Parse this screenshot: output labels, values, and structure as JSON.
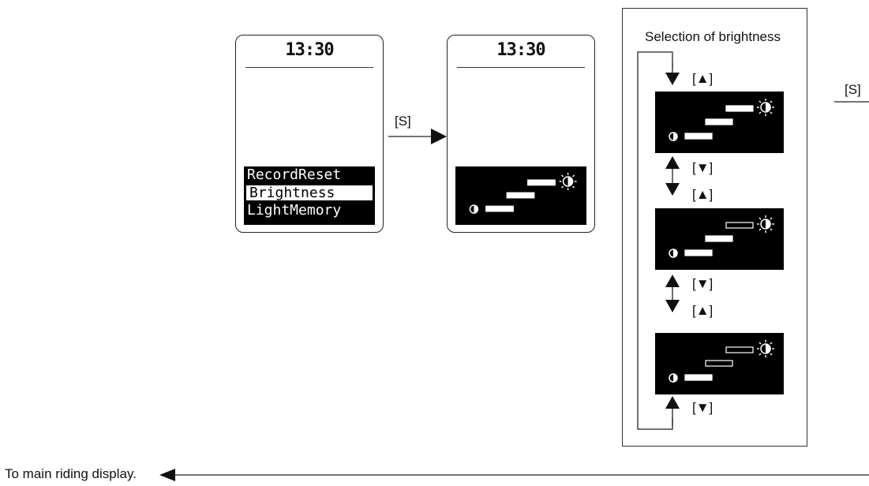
{
  "device_clock": "13:30",
  "menu_items": [
    "RecordReset",
    "Brightness",
    "LightMemory"
  ],
  "selected_menu_item": "Brightness",
  "button_s_label": "[S]",
  "panel_title": "Selection of brightness",
  "up_label": "[▲]",
  "down_label": "[▼]",
  "return_label": "To main riding display.",
  "brightness_levels": [
    3,
    2,
    1
  ]
}
